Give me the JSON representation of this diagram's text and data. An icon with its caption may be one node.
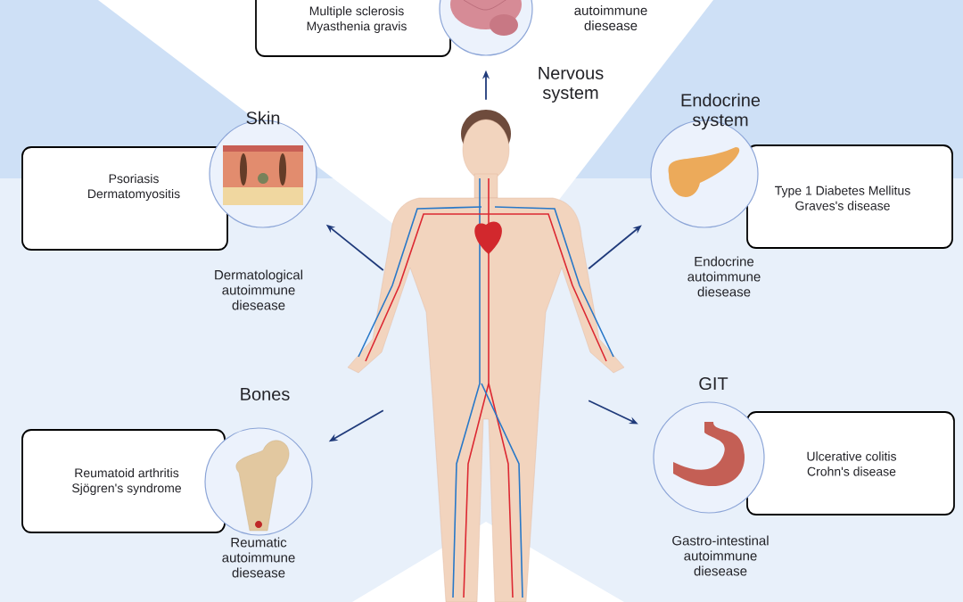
{
  "diagram": {
    "nodes": [
      {
        "text": [],
        "shape": "person"
      },
      {
        "text": [
          "Multiple sclerosis",
          "Myasthenia gravis"
        ]
      },
      {
        "text": [
          "Nervous system"
        ]
      },
      {
        "text": [
          "Psoriasis",
          "Dermatomyositis"
        ]
      },
      {
        "text": [
          "Skin"
        ]
      },
      {
        "text": [
          "Endocrine system"
        ]
      },
      {
        "text": [
          "Type 1 Diabetes Mellitus",
          "Graves's disease"
        ]
      },
      {
        "text": [
          "Reumatoid arthritis",
          "Sjögren's syndrome"
        ]
      },
      {
        "text": [
          "Bones"
        ]
      },
      {
        "text": [
          "GIT"
        ]
      },
      {
        "text": [
          "Ulcerative colitis",
          "Crohn's disease"
        ]
      }
    ],
    "edges": [
      {
        "from": 0,
        "to": 2,
        "arrow": "to"
      },
      {
        "from": 0,
        "to": 4,
        "arrow": "to"
      },
      {
        "from": 0,
        "to": 5,
        "arrow": "to"
      },
      {
        "from": 0,
        "to": 8,
        "arrow": "to"
      },
      {
        "from": 0,
        "to": 9,
        "arrow": "to"
      }
    ],
    "labels": [
      "autoimmune diesease",
      "Dermatological autoimmune diesease",
      "Endocrine autoimmune diesease",
      "Reumatic autoimmune diesease",
      "Gastro-intestinal autoimmune diesease"
    ]
  }
}
